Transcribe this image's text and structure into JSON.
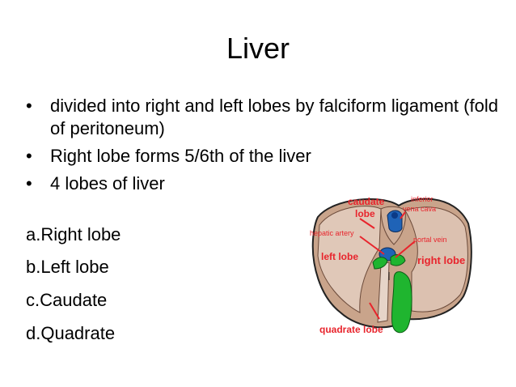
{
  "slide": {
    "title": "Liver",
    "bullets": [
      "divided into right and left lobes by falciform ligament (fold of peritoneum)",
      "Right lobe forms 5/6th of the liver",
      "4 lobes of liver"
    ],
    "bullet_symbol": "•",
    "sub_items": [
      "a.Right lobe",
      "b.Left lobe",
      "c.Caudate",
      "d.Quadrate"
    ]
  },
  "figure": {
    "labels": {
      "caudate_line1": "caudate",
      "caudate_line2": "lobe",
      "inferior_line1": "inferior",
      "inferior_line2": "vena cava",
      "hepatic_artery": "hepatic artery",
      "portal_vein": "portal vein",
      "left_lobe": "left lobe",
      "right_lobe": "right lobe",
      "quadrate_lobe": "quadrate lobe"
    },
    "colors": {
      "label_red": "#e8242c",
      "liver_fill": "#c9a48b",
      "gallbladder": "#1fb52f",
      "vena_cava": "#1f63b7",
      "outline": "#222222"
    }
  }
}
